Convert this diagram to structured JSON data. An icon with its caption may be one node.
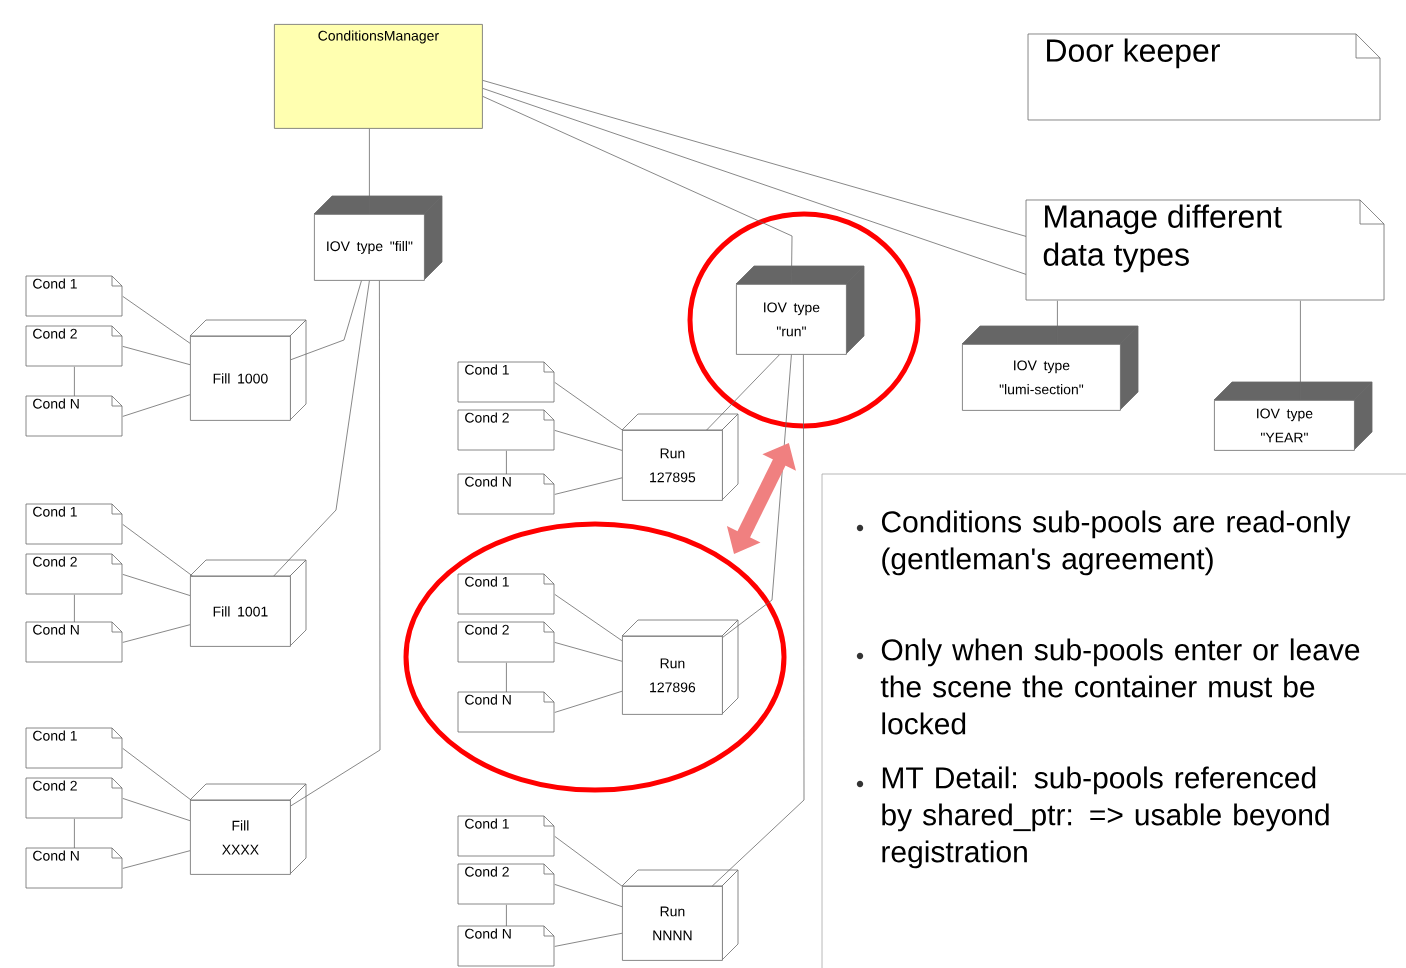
{
  "diagram": {
    "nodes": [
      {
        "text": [
          "ConditionsManager"
        ]
      },
      {
        "text": [
          "Door keeper"
        ]
      },
      {
        "text": [
          "IOV type \"fill\""
        ]
      },
      {
        "text": [
          "Manage different data types"
        ]
      },
      {
        "text": [],
        "shape": "circle"
      },
      {
        "text": [
          "IOV type \"run\""
        ],
        "in": 4
      },
      {
        "text": [
          "IOV type \"lumi-section\""
        ]
      },
      {
        "text": [
          "IOV type \"YEAR\""
        ]
      },
      {
        "text": [
          "Cond 1"
        ]
      },
      {
        "text": [
          "Cond 2"
        ]
      },
      {
        "text": [
          "Cond N"
        ]
      },
      {
        "text": [
          "Fill 1000"
        ]
      },
      {
        "text": [
          "Cond 1"
        ]
      },
      {
        "text": [
          "Cond 2"
        ]
      },
      {
        "text": [
          "Cond N"
        ]
      },
      {
        "text": [
          "Run 127895"
        ]
      },
      {
        "text": [
          "Conditions sub-pools are read-only (gentleman's agreement)",
          "Only when sub-pools enter or leave the scene the container must be locked",
          "MT Detail: sub-pools referenced by shared_ptr: => usable beyond registration"
        ]
      },
      {
        "text": [
          "Cond 1"
        ]
      },
      {
        "text": [
          "Cond 2"
        ]
      },
      {
        "text": [
          "Cond N"
        ]
      },
      {
        "text": [
          "Fill 1001"
        ]
      },
      {
        "text": [],
        "shape": "circle"
      },
      {
        "text": [
          "Cond 1"
        ],
        "in": 21
      },
      {
        "text": [
          "Cond 2"
        ],
        "in": 21
      },
      {
        "text": [
          "Cond N"
        ],
        "in": 21
      },
      {
        "text": [
          "Run 127896"
        ],
        "in": 21
      },
      {
        "text": [
          "Cond 1"
        ]
      },
      {
        "text": [
          "Cond 2"
        ]
      },
      {
        "text": [
          "Cond N"
        ]
      },
      {
        "text": [
          "Fill XXXX"
        ]
      },
      {
        "text": [
          "Cond 1"
        ]
      },
      {
        "text": [
          "Cond 2"
        ]
      },
      {
        "text": [
          "Cond N"
        ]
      },
      {
        "text": [
          "Run NNNN"
        ]
      }
    ],
    "edges": [
      {
        "from": 0,
        "to": 2,
        "arrow": "none"
      },
      {
        "from": 0,
        "to": 5,
        "arrow": "none"
      },
      {
        "from": 0,
        "to": 3,
        "arrow": "none"
      },
      {
        "from": 0,
        "to": 3,
        "arrow": "none"
      },
      {
        "from": 3,
        "to": 6,
        "arrow": "none"
      },
      {
        "from": 3,
        "to": 7,
        "arrow": "none"
      },
      {
        "from": 2,
        "to": 11,
        "arrow": "none"
      },
      {
        "from": 2,
        "to": 20,
        "arrow": "none"
      },
      {
        "from": 2,
        "to": 29,
        "arrow": "none"
      },
      {
        "from": 5,
        "to": 15,
        "arrow": "none"
      },
      {
        "from": 5,
        "to": 25,
        "arrow": "none"
      },
      {
        "from": 5,
        "to": 33,
        "arrow": "none"
      },
      {
        "from": 4,
        "to": 21,
        "arrow": "both",
        "style": "thick",
        "color": "#f08080"
      },
      {
        "from": 8,
        "to": 11,
        "arrow": "none"
      },
      {
        "from": 9,
        "to": 11,
        "arrow": "none"
      },
      {
        "from": 10,
        "to": 11,
        "arrow": "none"
      },
      {
        "from": 9,
        "to": 10,
        "arrow": "none"
      },
      {
        "from": 12,
        "to": 15,
        "arrow": "none"
      },
      {
        "from": 13,
        "to": 15,
        "arrow": "none"
      },
      {
        "from": 14,
        "to": 15,
        "arrow": "none"
      },
      {
        "from": 13,
        "to": 14,
        "arrow": "none"
      },
      {
        "from": 17,
        "to": 20,
        "arrow": "none"
      },
      {
        "from": 18,
        "to": 20,
        "arrow": "none"
      },
      {
        "from": 19,
        "to": 20,
        "arrow": "none"
      },
      {
        "from": 18,
        "to": 19,
        "arrow": "none"
      },
      {
        "from": 22,
        "to": 25,
        "arrow": "none"
      },
      {
        "from": 23,
        "to": 25,
        "arrow": "none"
      },
      {
        "from": 24,
        "to": 25,
        "arrow": "none"
      },
      {
        "from": 23,
        "to": 24,
        "arrow": "none"
      },
      {
        "from": 26,
        "to": 29,
        "arrow": "none"
      },
      {
        "from": 27,
        "to": 29,
        "arrow": "none"
      },
      {
        "from": 28,
        "to": 29,
        "arrow": "none"
      },
      {
        "from": 27,
        "to": 28,
        "arrow": "none"
      },
      {
        "from": 30,
        "to": 33,
        "arrow": "none"
      },
      {
        "from": 31,
        "to": 33,
        "arrow": "none"
      },
      {
        "from": 32,
        "to": 33,
        "arrow": "none"
      },
      {
        "from": 31,
        "to": 32,
        "arrow": "none"
      }
    ]
  }
}
